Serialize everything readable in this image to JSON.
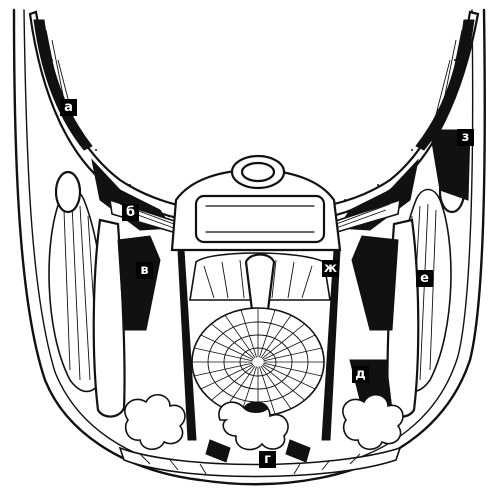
{
  "figure": {
    "labels": [
      {
        "id": "a",
        "text": "а"
      },
      {
        "id": "b",
        "text": "б"
      },
      {
        "id": "v",
        "text": "в"
      },
      {
        "id": "g",
        "text": "г"
      },
      {
        "id": "d",
        "text": "д"
      },
      {
        "id": "e",
        "text": "е"
      },
      {
        "id": "zh",
        "text": "ж"
      },
      {
        "id": "z",
        "text": "з"
      }
    ]
  },
  "colors": {
    "ink": "#111111",
    "paper": "#ffffff"
  }
}
